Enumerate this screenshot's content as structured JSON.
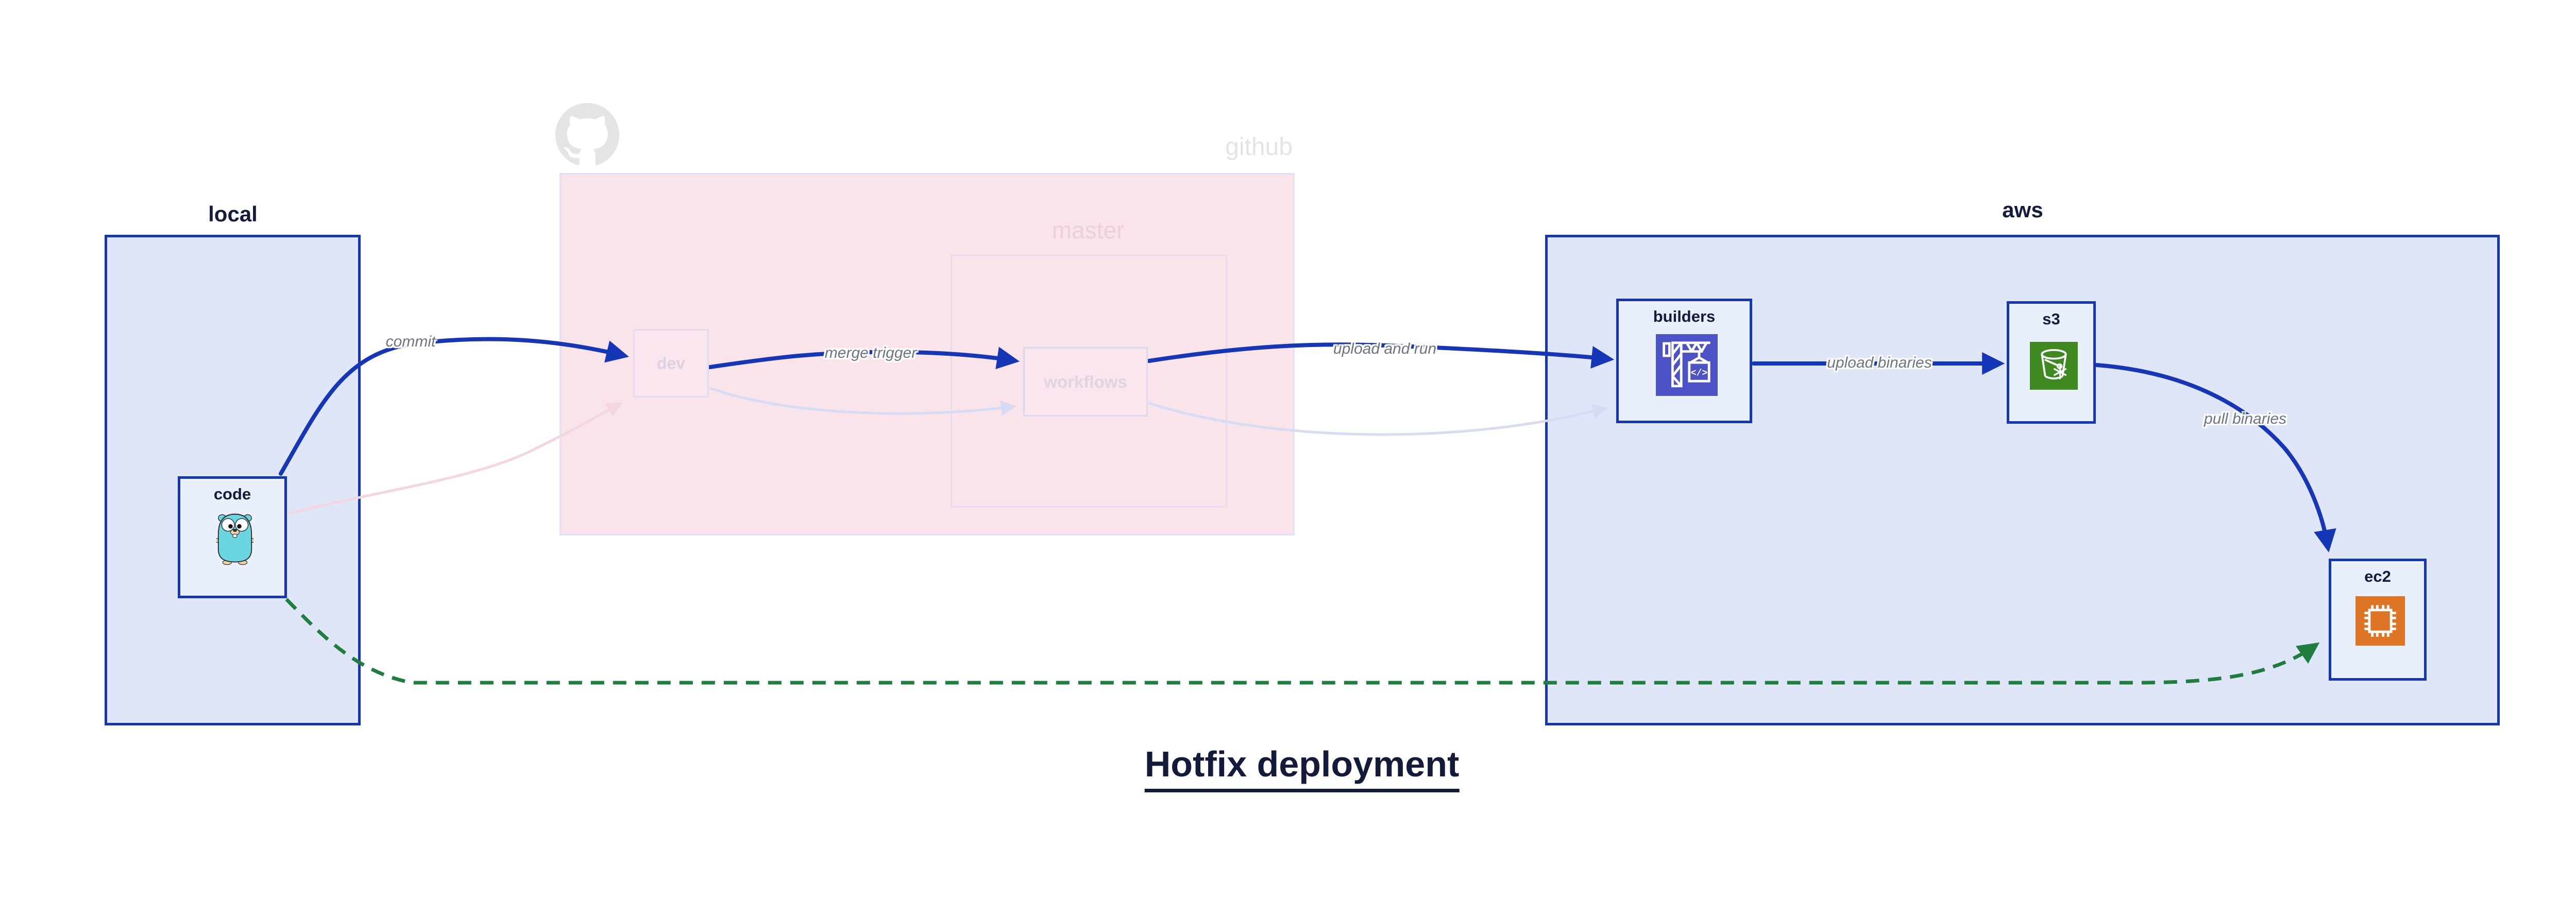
{
  "title": "Hotfix deployment",
  "groups": {
    "local": {
      "label": "local"
    },
    "github": {
      "watermark": "github",
      "master_label": "master"
    },
    "aws": {
      "label": "aws"
    }
  },
  "nodes": {
    "code": {
      "label": "code",
      "icon": "go-gopher-icon"
    },
    "dev": {
      "label": "dev",
      "state": "faded"
    },
    "workflows": {
      "label": "workflows",
      "state": "faded"
    },
    "builders": {
      "label": "builders",
      "icon": "codebuild-crane-icon"
    },
    "s3": {
      "label": "s3",
      "icon": "s3-bucket-icon"
    },
    "ec2": {
      "label": "ec2",
      "icon": "ec2-chip-icon"
    }
  },
  "edges": {
    "commit": {
      "label": "commit",
      "from": "code",
      "to": "dev",
      "style": "solid-blue"
    },
    "merge_trigger": {
      "label": "merge trigger",
      "from": "dev",
      "to": "workflows",
      "style": "solid-blue"
    },
    "upload_and_run": {
      "label": "upload and run",
      "from": "workflows",
      "to": "builders",
      "style": "solid-blue"
    },
    "upload_binaries": {
      "label": "upload binaries",
      "from": "builders",
      "to": "s3",
      "style": "solid-blue"
    },
    "pull_binaries": {
      "label": "pull binaries",
      "from": "s3",
      "to": "ec2",
      "style": "solid-blue"
    },
    "hotfix_path": {
      "from": "code",
      "to": "ec2",
      "style": "dashed-green"
    },
    "faded_commit": {
      "from": "code",
      "to": "dev",
      "style": "faded-pink"
    },
    "faded_merge": {
      "from": "dev",
      "to": "workflows",
      "style": "faded-lavender"
    },
    "faded_upload": {
      "from": "workflows",
      "to": "builders",
      "style": "faded-lavender"
    }
  },
  "colors": {
    "active_blue": "#1636b8",
    "container_fill": "#dfe6f8",
    "node_fill": "#eaeffc",
    "github_fill": "#f9e4e9",
    "github_border": "#dfe3f8",
    "faded_box_border": "#e3dcf0",
    "faded_pink_arrow": "#f4d6e0",
    "faded_lavender_arrow": "#d7dcf4",
    "green_dashed": "#1f7e3e",
    "edge_label_gray": "#6d7380",
    "dark_navy_text": "#131c3d",
    "watermark_gray": "#e4e4e6",
    "watermark_pink": "#ecd0db",
    "builders_icon_bg": "#4b53c6",
    "s3_icon_bg": "#3e8a21",
    "ec2_icon_bg": "#dd7524",
    "gopher_teal": "#6ad7e0"
  }
}
